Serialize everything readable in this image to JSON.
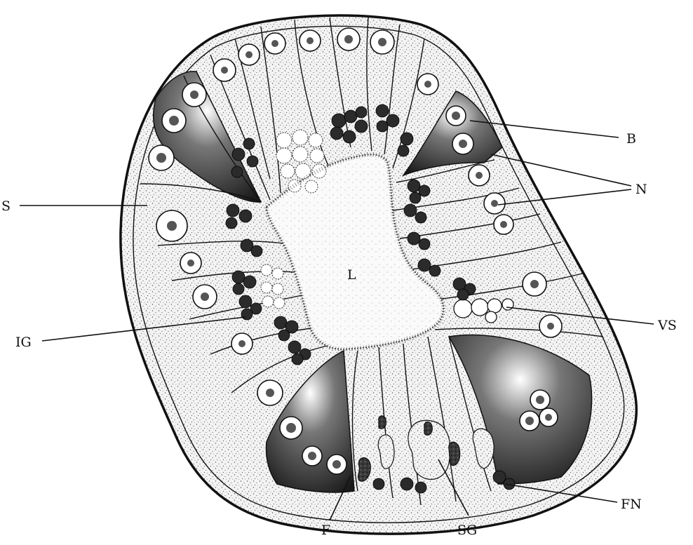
{
  "diagram": {
    "labels": {
      "B": "B",
      "N": "N",
      "S": "S",
      "L": "L",
      "VS": "VS",
      "IG": "IG",
      "FN": "FN",
      "F": "F",
      "SG": "SG"
    }
  }
}
